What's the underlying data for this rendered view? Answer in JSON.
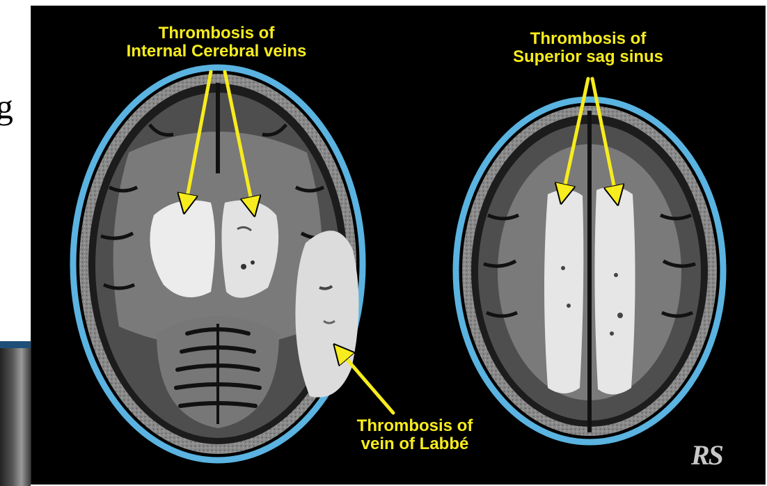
{
  "background_page": {
    "partial_glyph": "g"
  },
  "labels": {
    "internal_cerebral": [
      "Thrombosis of",
      "Internal Cerebral veins"
    ],
    "superior_sag": [
      "Thrombosis of",
      "Superior sag sinus"
    ],
    "labbe": [
      "Thrombosis of",
      "vein of Labbé"
    ]
  },
  "watermark": "RS",
  "colors": {
    "label": "#f7ec1d",
    "arrow": "#f7ec1d",
    "skull_rim": "#5ab3e0",
    "background": "#000000"
  }
}
